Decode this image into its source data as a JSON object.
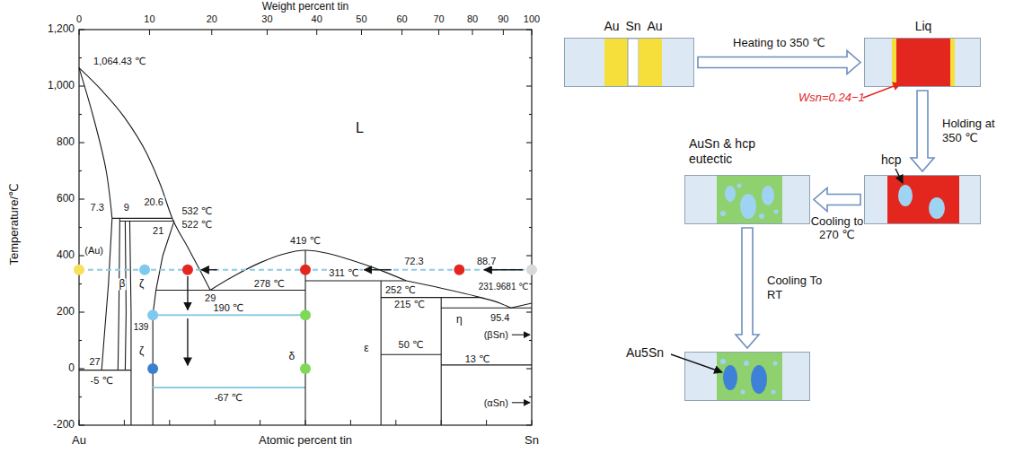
{
  "diagram": {
    "nodes": [
      {
        "text": [
          "Au",
          "Sn",
          "Au"
        ]
      },
      {
        "text": [
          "Liq",
          "Wsn=0.24−1"
        ]
      },
      {
        "text": [
          "AuSn & hcp eutectic"
        ]
      },
      {
        "text": [
          "hcp"
        ]
      },
      {
        "text": [
          "Au5Sn"
        ]
      }
    ],
    "edges": [
      {
        "from": 0,
        "to": 1,
        "label": "Heating to 350 ℃",
        "arrow": "to"
      },
      {
        "from": 1,
        "to": 3,
        "label": "Holding at 350 ℃",
        "arrow": "to"
      },
      {
        "from": 3,
        "to": 2,
        "label": "Cooling to 270 ℃",
        "arrow": "to"
      },
      {
        "from": 2,
        "to": 4,
        "label": "Cooling To RT",
        "arrow": "to"
      }
    ],
    "labels": [
      "Weight percent tin",
      "0",
      "10",
      "20",
      "30",
      "40",
      "50",
      "60",
      "70",
      "80",
      "90",
      "100",
      "1,200",
      "1,000",
      "800",
      "600",
      "400",
      "200",
      "0",
      "-200",
      "Temperature/℃",
      "1,064.43 ℃",
      "L",
      "7.3",
      "9",
      "20.6",
      "532 ℃",
      "21",
      "522 ℃",
      "(Au)",
      "β",
      "ζ",
      "29",
      "278 ℃",
      "419 ℃",
      "311 ℃",
      "72.3",
      "88.7",
      "252 ℃",
      "215 ℃",
      "η",
      "95.4",
      "231.9681 ℃",
      "139",
      "190 ℃",
      "(βSn)",
      "50 ℃",
      "ε",
      "13 ℃",
      "27",
      "ζ",
      "δ",
      "-5 ℃",
      "-67 ℃",
      "(αSn)",
      "Au",
      "Atomic percent tin",
      "Sn"
    ]
  }
}
